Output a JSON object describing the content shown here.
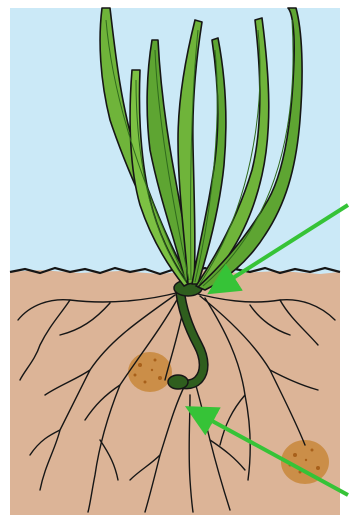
{
  "diagram": {
    "subject": "grass-seedling",
    "colors": {
      "sky": "#cbe9f7",
      "soil": "#dcb497",
      "leaf_fill": "#6fb43a",
      "leaf_dark": "#2f6a1c",
      "outline": "#161616",
      "stem": "#2f5e1e",
      "seed_spots": "#c6812e",
      "pointer_arrows": "#36c337",
      "frame": "#ffffff"
    },
    "pointers": [
      {
        "target": "crown-node"
      },
      {
        "target": "root-base"
      }
    ]
  }
}
